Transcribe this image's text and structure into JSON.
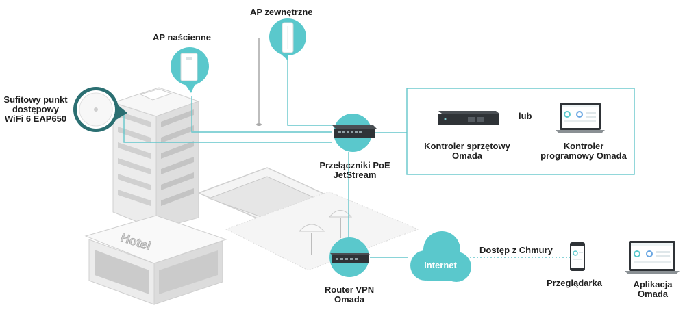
{
  "labels": {
    "ap_outdoor": "AP zewnętrzne",
    "ap_wall": "AP naścienne",
    "ceiling_ap": [
      "Sufitowy punkt",
      "dostępowy",
      "WiFi 6 EAP650"
    ],
    "hw_controller": [
      "Kontroler sprzętowy",
      "Omada"
    ],
    "or": "lub",
    "sw_controller": [
      "Kontroler",
      "programowy Omada"
    ],
    "poe_switch": [
      "Przełączniki PoE",
      "JetStream"
    ],
    "vpn_router": [
      "Router VPN",
      "Omada"
    ],
    "internet": "Internet",
    "cloud_access": "Dostęp z Chmury",
    "browser": "Przeglądarka",
    "app": [
      "Aplikacja",
      "Omada"
    ],
    "hotel_sign": "Hotel"
  },
  "colors": {
    "accent": "#5ac8cc",
    "accent_dark": "#3fb3b8",
    "line": "#63c6cb",
    "building_light": "#f1f1f1",
    "building_shade": "#d9d9d9",
    "device_dark": "#2f3337"
  }
}
